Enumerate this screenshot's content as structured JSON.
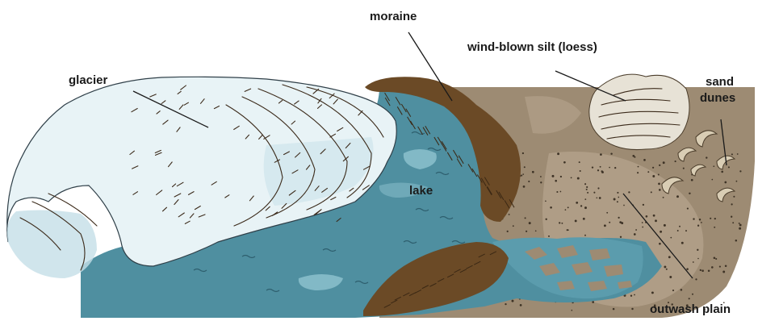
{
  "diagram": {
    "labels": {
      "glacier": "glacier",
      "moraine": "moraine",
      "loess": "wind-blown silt (loess)",
      "sand_dunes_line1": "sand",
      "sand_dunes_line2": "dunes",
      "lake": "lake",
      "outwash_plain": "outwash plain"
    },
    "colors": {
      "ice": "#e8f3f6",
      "ice_shadow": "#c4dfe7",
      "lake": "#4f8fa0",
      "lake_light": "#8fc3cf",
      "moraine": "#6b4a26",
      "plain": "#9d8b73",
      "plain_light": "#b6a58e",
      "channel": "#5b9cad",
      "loess": "#e7e2d6",
      "dune": "#d9cdb4"
    }
  }
}
